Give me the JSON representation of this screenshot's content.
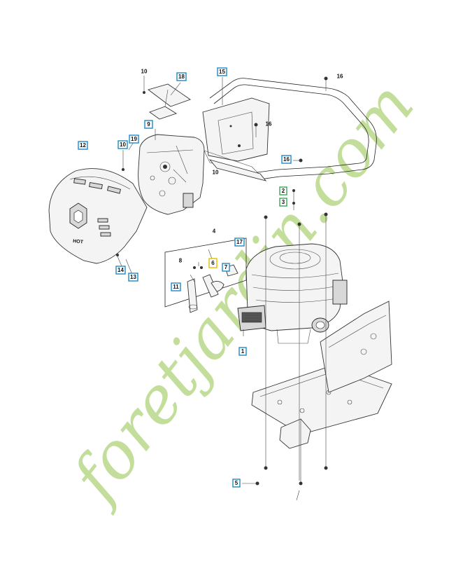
{
  "diagram": {
    "callouts": [
      {
        "id": "c10a",
        "text": "10",
        "style": "plain"
      },
      {
        "id": "c18",
        "text": "18",
        "style": "box"
      },
      {
        "id": "c15",
        "text": "15",
        "style": "box"
      },
      {
        "id": "c16a",
        "text": "16",
        "style": "plain"
      },
      {
        "id": "c9",
        "text": "9",
        "style": "box"
      },
      {
        "id": "c19",
        "text": "19",
        "style": "box"
      },
      {
        "id": "c10b",
        "text": "10",
        "style": "box"
      },
      {
        "id": "c12",
        "text": "12",
        "style": "box"
      },
      {
        "id": "c16b",
        "text": "16",
        "style": "plain"
      },
      {
        "id": "c10c",
        "text": "10",
        "style": "plain"
      },
      {
        "id": "c16c",
        "text": "16",
        "style": "box"
      },
      {
        "id": "c2",
        "text": "2",
        "style": "box-green"
      },
      {
        "id": "c3",
        "text": "3",
        "style": "box-green"
      },
      {
        "id": "c4",
        "text": "4",
        "style": "plain"
      },
      {
        "id": "c17",
        "text": "17",
        "style": "box"
      },
      {
        "id": "c8",
        "text": "8",
        "style": "plain"
      },
      {
        "id": "c6",
        "text": "6",
        "style": "box-yellow"
      },
      {
        "id": "c7",
        "text": "7",
        "style": "box"
      },
      {
        "id": "c11",
        "text": "11",
        "style": "box"
      },
      {
        "id": "c14",
        "text": "14",
        "style": "box"
      },
      {
        "id": "c13",
        "text": "13",
        "style": "box"
      },
      {
        "id": "c1",
        "text": "1",
        "style": "box"
      },
      {
        "id": "c5",
        "text": "5",
        "style": "box"
      }
    ],
    "hood_text": "HOT",
    "watermark": "foretjardin.com",
    "colors": {
      "box_border": "#1e88c8",
      "green_border": "#3aa655",
      "yellow_border": "#e0c000",
      "watermark_green": "#b9d98a",
      "watermark_brown": "#c8b49a"
    }
  }
}
